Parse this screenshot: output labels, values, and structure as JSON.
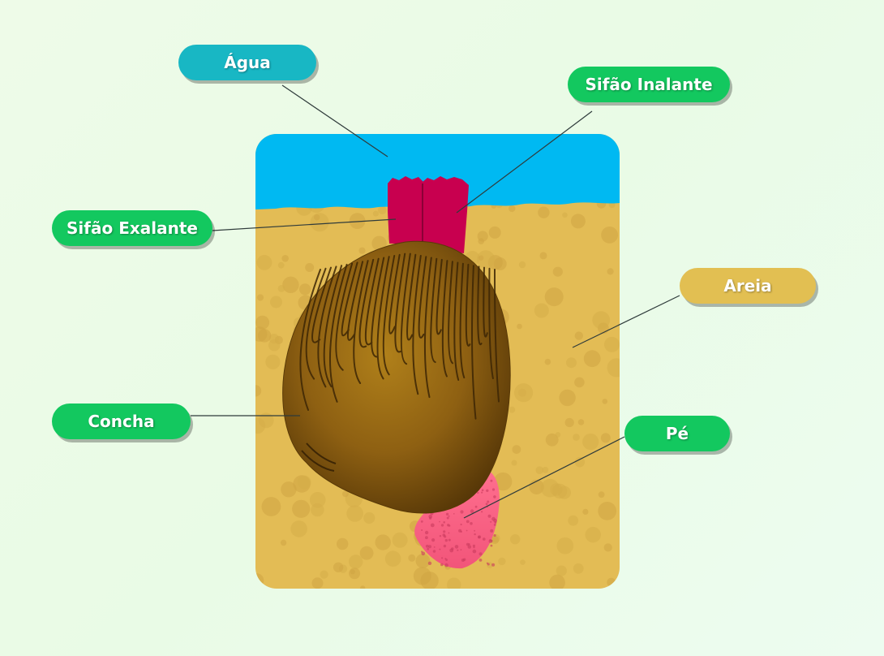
{
  "labels": {
    "agua": "Água",
    "sifao_inalante": "Sifão Inalante",
    "sifao_exalante": "Sifão Exalante",
    "areia": "Areia",
    "concha": "Concha",
    "pe": "Pé"
  },
  "colors": {
    "water": "#00b9f2",
    "sand": "#e3bc55",
    "siphon": "#c8004f",
    "shell": "#8a5c10",
    "foot": "#f5607f",
    "label_green": "#13c85f",
    "label_teal": "#18b7c4",
    "label_sand": "#e2bf52"
  }
}
